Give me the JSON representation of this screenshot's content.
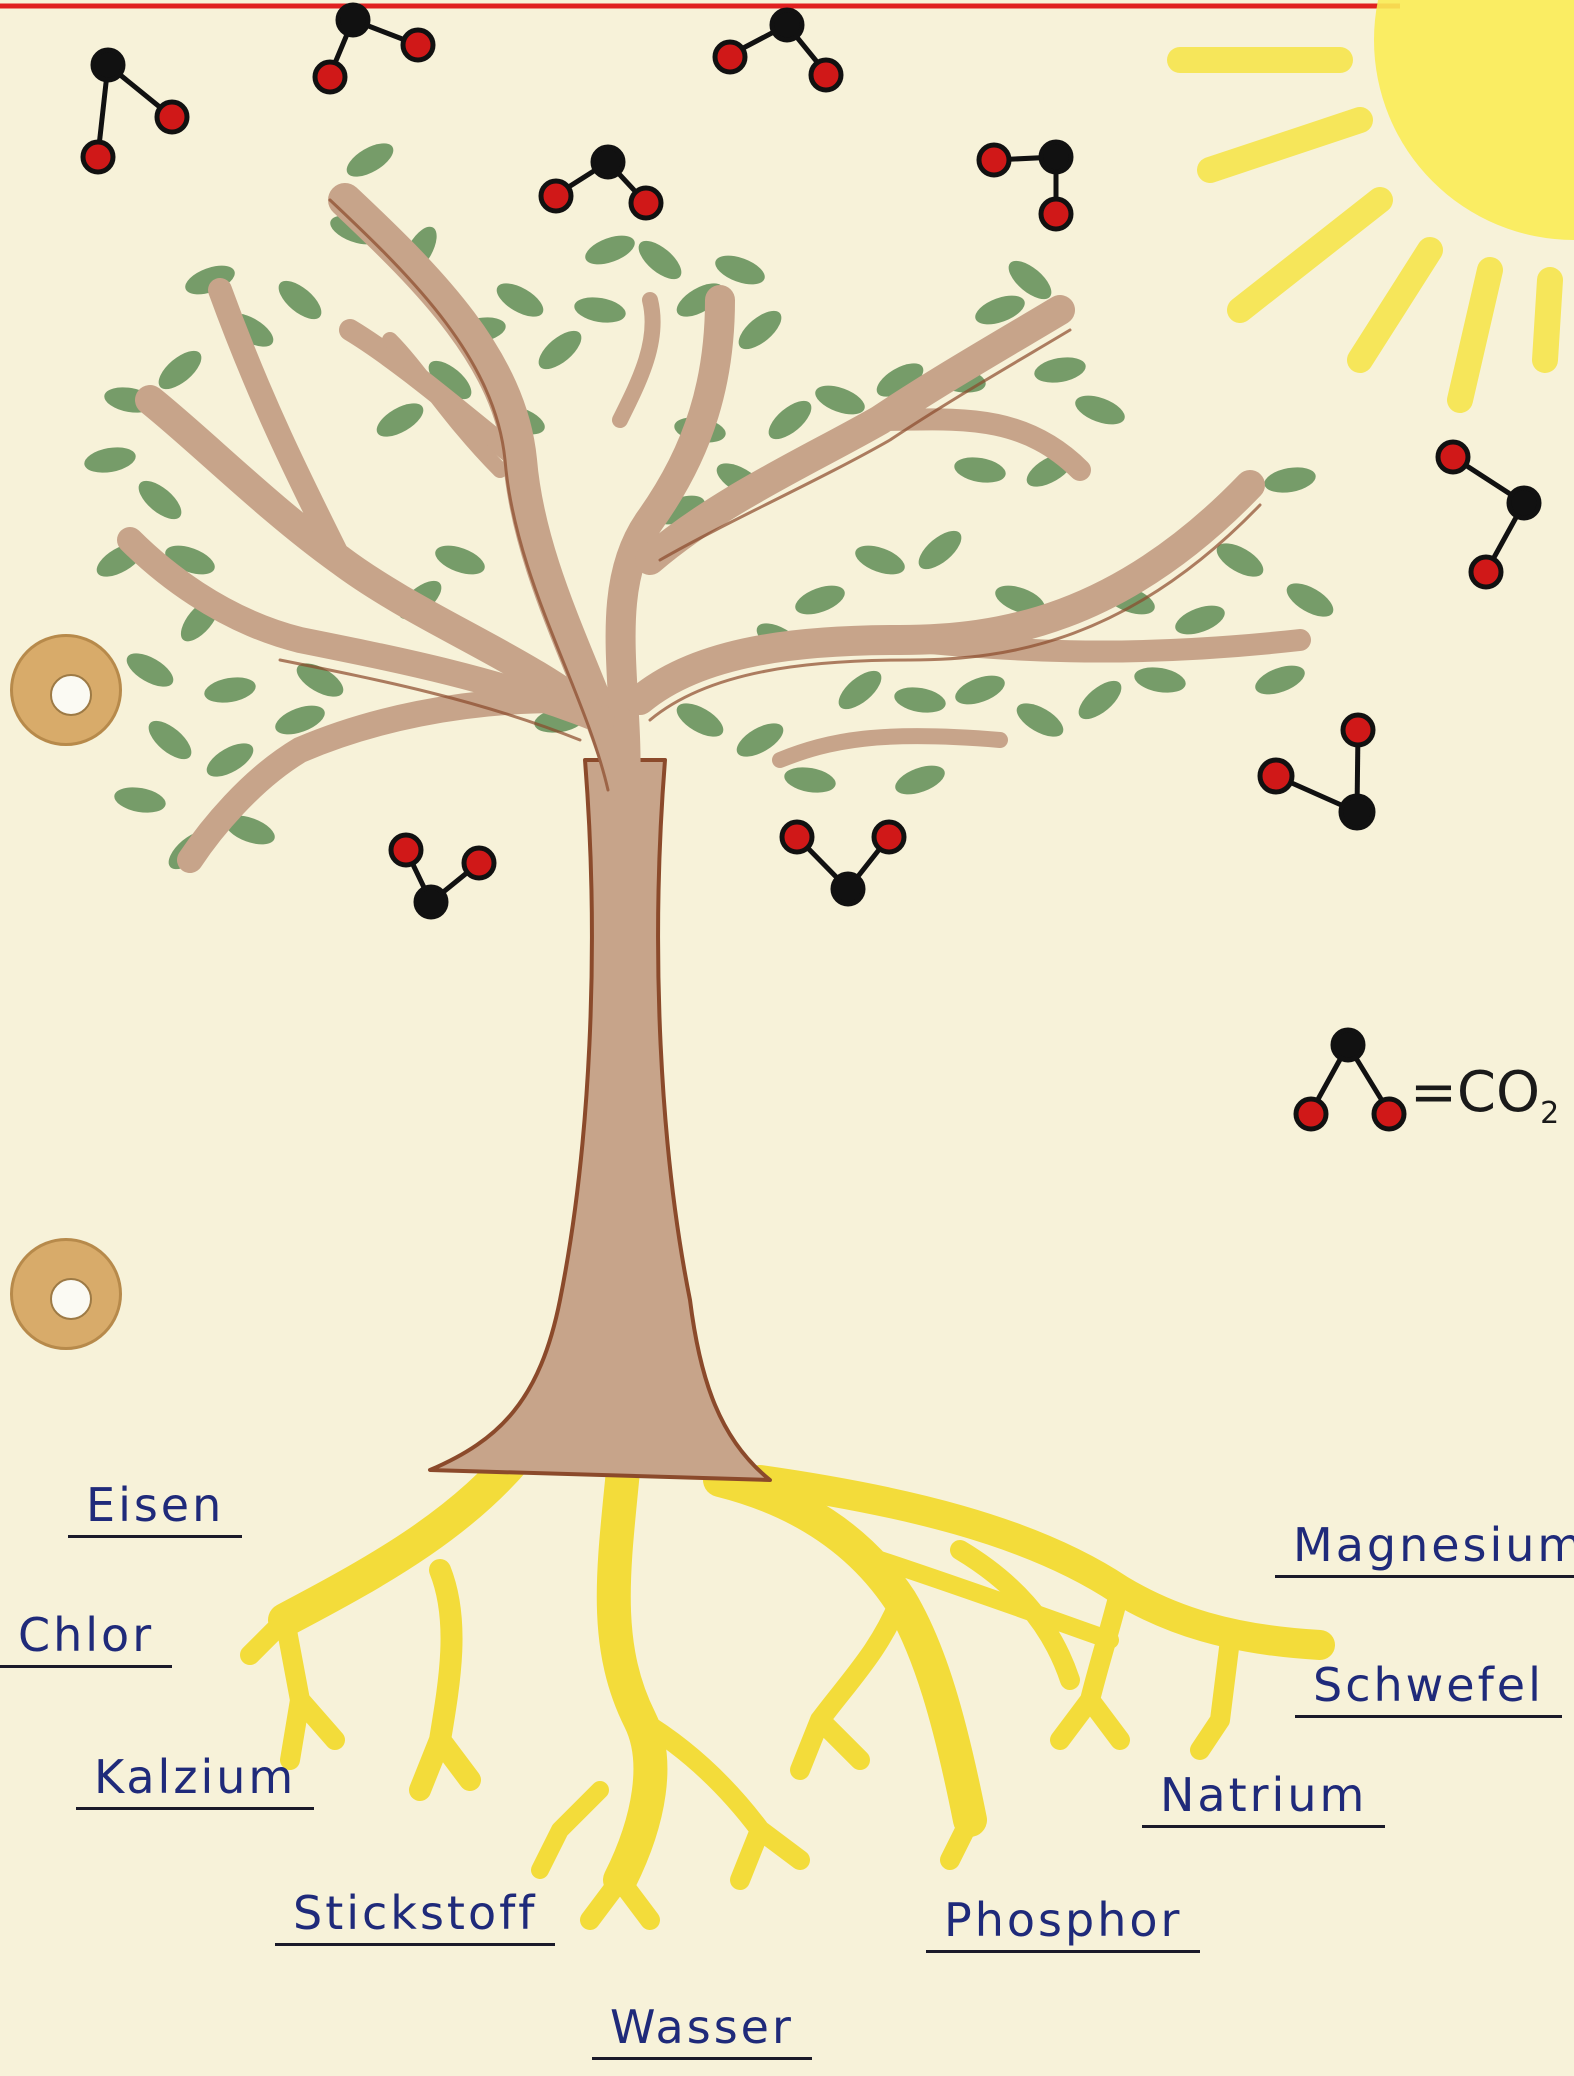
{
  "colors": {
    "paper": "#f7f2d9",
    "leaf": "#5f8d55",
    "trunk": "#c7a48a",
    "trunk_outline": "#8b4a2b",
    "roots": "#f3dc3a",
    "sun": "#f9ec55",
    "oxygen_atom": "#d01818",
    "carbon_atom": "#111111",
    "label_ink": "#1f2a7a",
    "top_line": "#e02020"
  },
  "legend": {
    "formula_main": "=CO",
    "formula_sub": "2"
  },
  "root_labels": [
    {
      "id": "eisen",
      "text": "Eisen"
    },
    {
      "id": "chlor",
      "text": "Chlor"
    },
    {
      "id": "kalzium",
      "text": "Kalzium"
    },
    {
      "id": "stickstoff",
      "text": "Stickstoff"
    },
    {
      "id": "wasser",
      "text": "Wasser"
    },
    {
      "id": "phosphor",
      "text": "Phosphor"
    },
    {
      "id": "natrium",
      "text": "Natrium"
    },
    {
      "id": "schwefel",
      "text": "Schwefel"
    },
    {
      "id": "magnesium",
      "text": "Magnesium"
    }
  ]
}
